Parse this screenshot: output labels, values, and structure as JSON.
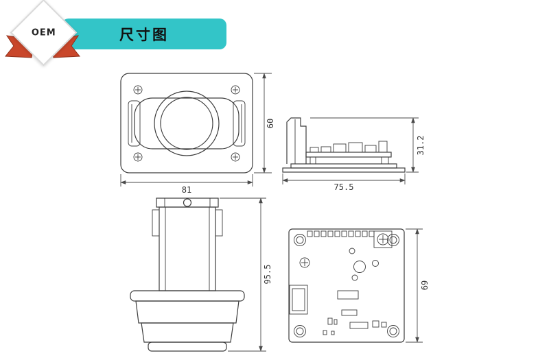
{
  "badge": {
    "oem_label": "OEM",
    "title": "尺寸图"
  },
  "dimensions": {
    "front_view": {
      "width": "81",
      "height": "60"
    },
    "side_view": {
      "width": "75.5",
      "height": "31.2"
    },
    "profile_view": {
      "height": "95.5"
    },
    "pcb_view": {
      "height": "69"
    }
  },
  "colors": {
    "banner_teal": "#33c5c8",
    "ribbon_red": "#c9472b",
    "ribbon_dark": "#9e3520",
    "drawing_line": "#3c3c3c",
    "dimension_line": "#4a4a4a"
  }
}
